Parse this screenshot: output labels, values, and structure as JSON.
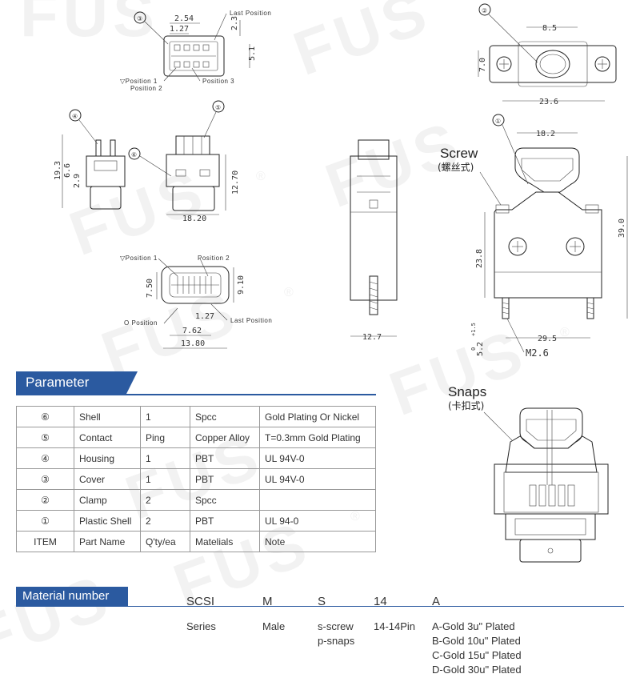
{
  "watermark": {
    "text": "FUS",
    "mark": "®"
  },
  "drawings": {
    "cover": {
      "callout": "③",
      "dim_pitch": "2.54",
      "dim_half_pitch": "1.27",
      "dim_height": "2.3",
      "dim_width": "5.1",
      "last_position": "Last Position",
      "position_1": "▽Position 1",
      "position_2": "Position 2",
      "position_3": "Position 3"
    },
    "housing": {
      "callout": "④",
      "dim_total": "19.3",
      "dim_mid": "6.6",
      "dim_low": "2.9"
    },
    "contact_shell": {
      "callout_contact": "⑤",
      "callout_shell": "⑥",
      "dim_width": "18.20",
      "dim_height": "12.70"
    },
    "face": {
      "position_1": "▽Position 1",
      "position_2": "Position 2",
      "o_position": "O Position",
      "last_position": "Last Position",
      "dim_left": "7.50",
      "dim_right": "9.10",
      "dim_pitch": "1.27",
      "dim_inner": "7.62",
      "dim_outer": "13.80"
    },
    "clamp_top": {
      "callout": "②",
      "dim_hole": "8.5",
      "dim_height": "7.0",
      "dim_width": "23.6"
    },
    "screw_view": {
      "callout": "①",
      "title": "Screw",
      "subtitle": "(螺丝式)",
      "dim_top": "18.2",
      "dim_body": "23.8",
      "dim_total": "39.0",
      "dim_base": "29.5",
      "dim_screw": "5.2",
      "dim_screw_tol_plus": "+1.5",
      "dim_screw_tol_minus": "0",
      "thread": "M2.6",
      "dim_side_width": "12.7"
    },
    "snaps_view": {
      "title": "Snaps",
      "subtitle": "(卡扣式)"
    }
  },
  "parameter": {
    "title": "Parameter",
    "rows": [
      {
        "num": "⑥",
        "part": "Shell",
        "qty": "1",
        "material": "Spcc",
        "note": "Gold Plating Or Nickel"
      },
      {
        "num": "⑤",
        "part": "Contact",
        "qty": "Ping",
        "material": "Copper Alloy",
        "note": "T=0.3mm Gold Plating"
      },
      {
        "num": "④",
        "part": "Housing",
        "qty": "1",
        "material": "PBT",
        "note": "UL 94V-0"
      },
      {
        "num": "③",
        "part": "Cover",
        "qty": "1",
        "material": "PBT",
        "note": "UL 94V-0"
      },
      {
        "num": "②",
        "part": "Clamp",
        "qty": "2",
        "material": "Spcc",
        "note": ""
      },
      {
        "num": "①",
        "part": "Plastic Shell",
        "qty": "2",
        "material": "PBT",
        "note": "UL 94-0"
      }
    ],
    "header": {
      "num": "ITEM",
      "part": "Part Name",
      "qty": "Q'ty/ea",
      "material": "Matelials",
      "note": "Note"
    }
  },
  "material_number": {
    "title": "Material number",
    "codes": {
      "series": "SCSI",
      "gender": "M",
      "type": "S",
      "pins": "14",
      "plating": "A"
    },
    "desc": {
      "series": "Series",
      "gender": "Male",
      "type_1": "s-screw",
      "type_2": "p-snaps",
      "pins": "14-14Pin",
      "plating_a": "A-Gold 3u\" Plated",
      "plating_b": "B-Gold 10u\" Plated",
      "plating_c": "C-Gold 15u\" Plated",
      "plating_d": "D-Gold 30u\" Plated"
    }
  },
  "colors": {
    "accent": "#2b5aa0",
    "border": "#999999",
    "text": "#333333"
  }
}
